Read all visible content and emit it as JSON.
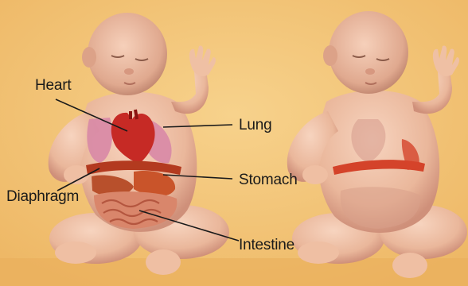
{
  "labels": {
    "heart": "Heart",
    "lung": "Lung",
    "stomach": "Stomach",
    "diaphragm": "Diaphragm",
    "intestine": "Intestine"
  },
  "colors": {
    "background": "#f3c879",
    "skin": "#f0c2a6",
    "skin_shadow": "#d99a7e",
    "heart": "#c62a25",
    "lung": "#d98ba6",
    "diaphragm": "#b33a1f",
    "organs": "#c9542a",
    "intestine": "#d9866b"
  },
  "icons": {
    "left_figure": "infant-anatomy-illustration",
    "right_figure": "infant-illustration"
  }
}
